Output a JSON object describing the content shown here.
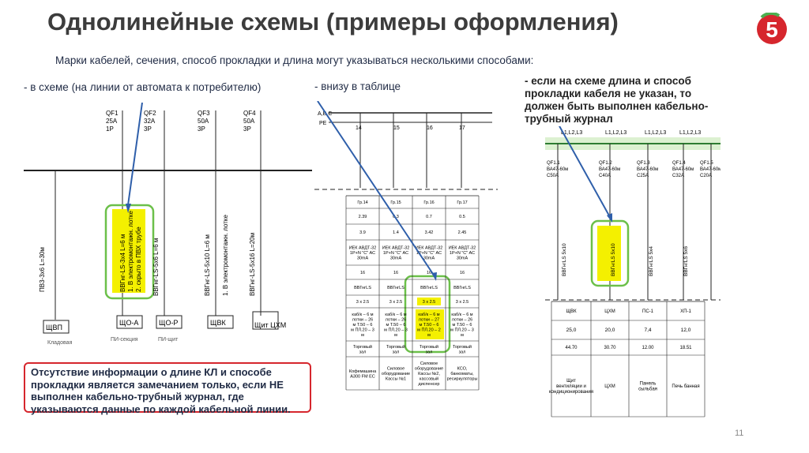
{
  "slide": {
    "title": "Однолинейные схемы (примеры оформления)",
    "subtitle": "Марки кабелей, сечения, способ прокладки и длина могут указываться несколькими способами:",
    "page_number": "11",
    "logo_text": "5",
    "accent_color": "#d6262d",
    "highlight_color": "#f4f000",
    "frame_color": "#6cc04a"
  },
  "methods": {
    "scheme": "- в схеме (на линии от автомата к потребителю)",
    "table": "- внизу в таблице",
    "journal": "- если на схеме длина и способ прокладки кабеля не указан, то должен быть выполнен кабельно-трубный журнал"
  },
  "note": "Отсутствие информации о длине КЛ и способе прокладки является замечанием только, если НЕ выполнен кабельно-трубный журнал, где указываются данные по каждой кабельной линии.",
  "diagram1": {
    "breakers": [
      {
        "name": "QF1",
        "rating": "25A",
        "poles": "1P"
      },
      {
        "name": "QF2",
        "rating": "32A",
        "poles": "3P"
      },
      {
        "name": "QF3",
        "rating": "50A",
        "poles": "3P"
      },
      {
        "name": "QF4",
        "rating": "50A",
        "poles": "3P"
      }
    ],
    "cables": [
      "ПВ3-3х6 L=30м",
      "ВВГнг-LS-3х4 L=6 м",
      "ВВГнг-LS-5х6 L=6 м",
      "ВВГнг-LS-5х10 L=6 м",
      "ВВГнг-LS-5х16 L=20м"
    ],
    "routes": [
      "1. В электромонтажн. лотке",
      "2. скрыто в ПВХ трубе"
    ],
    "consumers": [
      "ЩВП",
      "ЩО-А",
      "ЩО-Р",
      "ЩВК",
      "Щит ЦХМ"
    ],
    "bottom_labels": [
      "Кладовая",
      "ПИ-секция",
      "ПИ-щит"
    ]
  },
  "diagram2": {
    "bus": [
      "A,B,C",
      "PE"
    ],
    "groups": [
      "14",
      "15",
      "16",
      "17"
    ],
    "rows": [
      [
        "Гр.14",
        "Гр.15",
        "Гр.16",
        "Гр.17"
      ],
      [
        "2.39",
        "0.3",
        "0.7",
        "0.5"
      ],
      [
        "3.9",
        "1.4",
        "3.42",
        "2.45"
      ],
      [
        "ИЕК АВДТ-32 1P+N \"C\" AC 30mA",
        "ИЕК АВДТ-32 1P+N \"C\" AC 30mA",
        "ИЕК АВДТ-32 1P+N \"C\" AC 30mA",
        "ИЕК АВДТ-32 1P+N \"C\" AC 30mA"
      ],
      [
        "16",
        "16",
        "16",
        "16"
      ],
      [
        "ВВГнгLS",
        "ВВГнгLS",
        "ВВГнгLS",
        "ВВГнгLS"
      ],
      [
        "3 x 2.5",
        "3 x 2.5",
        "3 x 2.5",
        "3 x 2.5"
      ],
      [
        "каб/к – 6 м лотки – 26 м Т.50 – 6 м ПЛ.20 – 3 м",
        "каб/к – 6 м лотки – 26 м Т.50 – 6 м ПЛ.20 – 3 м",
        "каб/к – 6 м лотки – 27 м Т.50 – 6 м ПЛ.20 – 2 м",
        "каб/к – 6 м лотки – 26 м Т.50 – 6 м ПЛ.20 – 3 м"
      ],
      [
        "Торговый зал",
        "Торговый зал",
        "Торговый зал",
        "Торговый зал"
      ],
      [
        "Кофемашина А300 FM EC",
        "Силовое оборудование Кассы №1",
        "Силовое оборудование Кассы №2, кассовый диспенсер",
        "КСО, банкоматы, ресиркуляторы"
      ]
    ]
  },
  "diagram3": {
    "bus": [
      "L1,L2,L3",
      "L1,L2,L3",
      "L1,L2,L3",
      "L1,L2,L3"
    ],
    "breakers": [
      {
        "name": "QF1.1",
        "model": "ВА47-60м",
        "rating": "C50A"
      },
      {
        "name": "QF1.2",
        "model": "ВА47-60м",
        "rating": "C40A"
      },
      {
        "name": "QF1.3",
        "model": "ВА47-60м",
        "rating": "C25A"
      },
      {
        "name": "QF1.4",
        "model": "ВА47-60м",
        "rating": "C32A"
      },
      {
        "name": "QF1.5",
        "model": "ВА47-60м",
        "rating": "C20A"
      }
    ],
    "cables": [
      "ВВГнгLS 5х10",
      "ВВГнгLS 5х10",
      "ВВГнгLS 5х4",
      "ВВГнгLS 5х6"
    ],
    "table": {
      "headers": [
        "ЩВК",
        "ЦХМ",
        "ПС-1",
        "ХП-1"
      ],
      "lengths": [
        "25,0",
        "20,0",
        "7,4",
        "12,0"
      ],
      "values": [
        "44.70",
        "30.70",
        "12.00",
        "18.51"
      ],
      "names": [
        "Щит вентиляции и кондиционирования",
        "ЦХМ",
        "Панель сыльбая",
        "Печь банная"
      ]
    }
  }
}
